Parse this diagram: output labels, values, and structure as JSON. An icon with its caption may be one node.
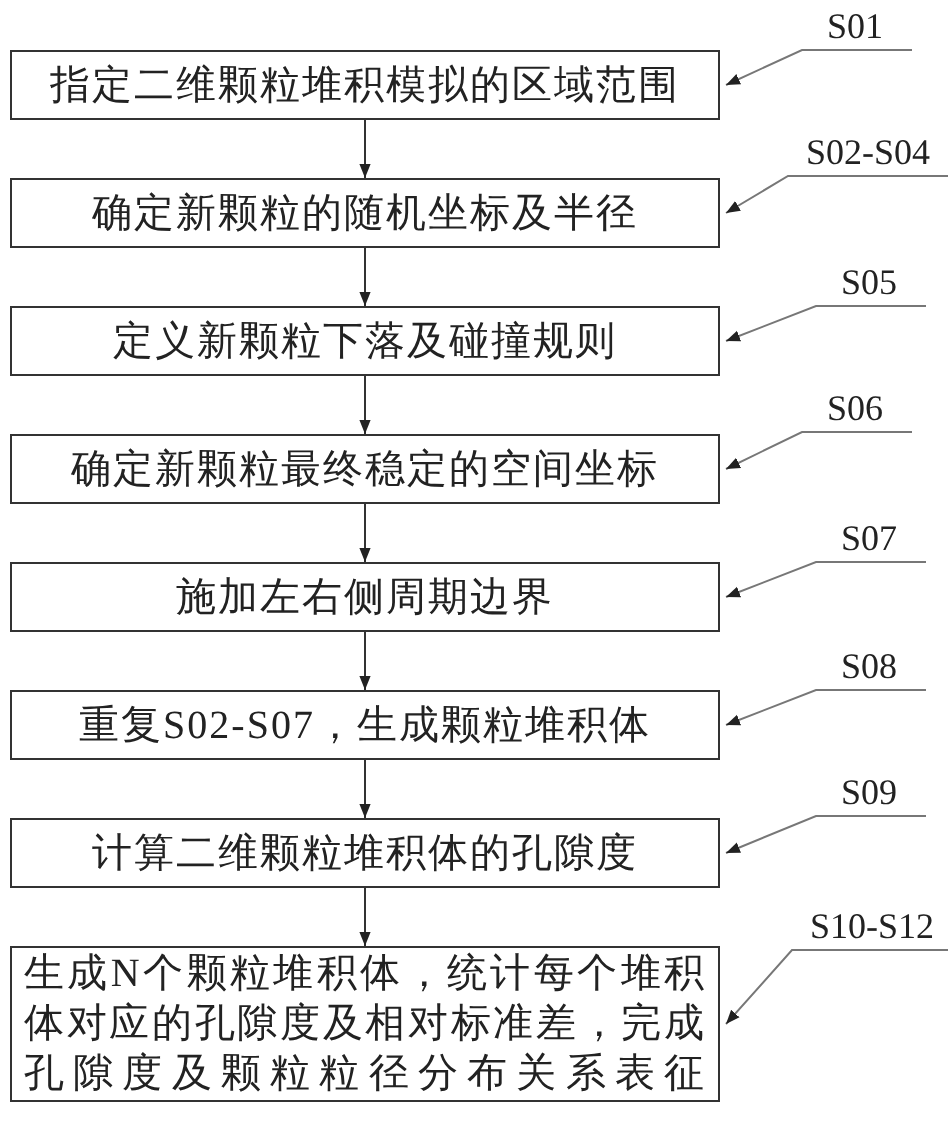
{
  "diagram": {
    "nodes": [
      {
        "text": [
          "S01"
        ]
      },
      {
        "text": [
          "指定二维颗粒堆积模拟的区域范围"
        ]
      },
      {
        "text": [
          "S02-S04"
        ]
      },
      {
        "text": [
          "确定新颗粒的随机坐标及半径"
        ]
      },
      {
        "text": [
          "S05"
        ]
      },
      {
        "text": [
          "定义新颗粒下落及碰撞规则"
        ]
      },
      {
        "text": [
          "S06"
        ]
      },
      {
        "text": [
          "确定新颗粒最终稳定的空间坐标"
        ]
      },
      {
        "text": [
          "S07"
        ]
      },
      {
        "text": [
          "施加左右侧周期边界"
        ]
      },
      {
        "text": [
          "S08"
        ]
      },
      {
        "text": [
          "重复S02-S07，生成颗粒堆积体"
        ]
      },
      {
        "text": [
          "S09"
        ]
      },
      {
        "text": [
          "计算二维颗粒堆积体的孔隙度"
        ]
      },
      {
        "text": [
          "S10-S12"
        ]
      },
      {
        "text": [
          "生成N个颗粒堆积体，统计每个堆积体对应的孔隙度及相对标准差，完成孔隙度及颗粒粒径分布关系表征"
        ]
      }
    ],
    "edges": [
      {
        "from": 1,
        "to": 3,
        "arrow": "to"
      },
      {
        "from": 3,
        "to": 5,
        "arrow": "to"
      },
      {
        "from": 5,
        "to": 7,
        "arrow": "to"
      },
      {
        "from": 7,
        "to": 9,
        "arrow": "to"
      },
      {
        "from": 9,
        "to": 11,
        "arrow": "to"
      },
      {
        "from": 11,
        "to": 13,
        "arrow": "to"
      },
      {
        "from": 13,
        "to": 15,
        "arrow": "to"
      },
      {
        "from": 0,
        "to": 1,
        "arrow": "to"
      },
      {
        "from": 2,
        "to": 3,
        "arrow": "to"
      },
      {
        "from": 4,
        "to": 5,
        "arrow": "to"
      },
      {
        "from": 6,
        "to": 7,
        "arrow": "to"
      },
      {
        "from": 8,
        "to": 9,
        "arrow": "to"
      },
      {
        "from": 10,
        "to": 11,
        "arrow": "to"
      },
      {
        "from": 12,
        "to": 13,
        "arrow": "to"
      },
      {
        "from": 14,
        "to": 15,
        "arrow": "to"
      }
    ]
  }
}
